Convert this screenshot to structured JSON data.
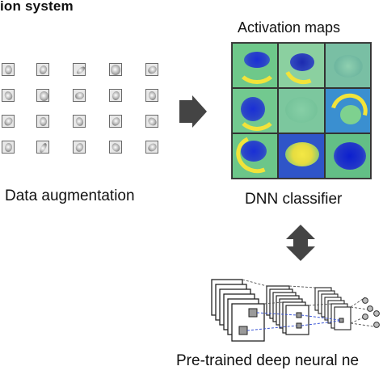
{
  "header": {
    "title": "ion system"
  },
  "labels": {
    "data_augmentation": "Data augmentation",
    "activation_maps": "Activation maps",
    "dnn_classifier": "DNN classifier",
    "pretrained_network": "Pre-trained deep neural ne"
  },
  "colors": {
    "arrow": "#444444",
    "map_green": "#6ec88a",
    "map_yellow": "#f2e33a",
    "map_blue": "#1a2fd6",
    "dashed_blue": "#3b55d6"
  },
  "icons": {
    "right_arrow": "arrow-right-icon",
    "double_arrow": "double-vertical-arrow-icon"
  }
}
